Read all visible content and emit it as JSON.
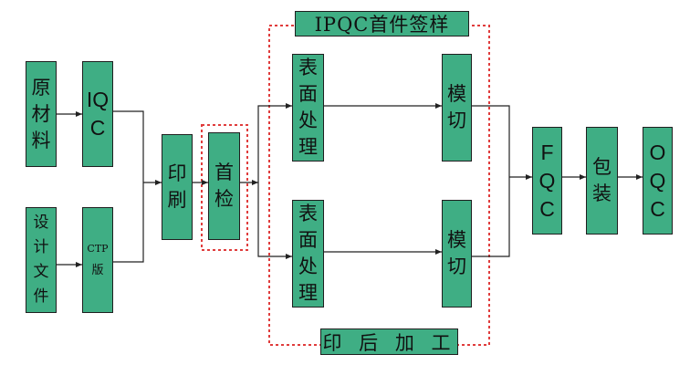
{
  "diagram": {
    "top_label": "IPQC首件签样",
    "bottom_label": "印 后 加 工",
    "nodes": {
      "raw_material": "原材料",
      "iqc": "IQC",
      "design_file": "设计文件",
      "ctp_line1": "CTP",
      "ctp_line2": "版",
      "print": "印刷",
      "first_check": "首检",
      "surface_top": "表面处理",
      "die_cut_top": "模切",
      "surface_bottom": "表面处理",
      "die_cut_bottom": "模切",
      "fqc": "FQC",
      "package": "包装",
      "oqc": "OQC"
    },
    "colors": {
      "box_fill": "#3fae84",
      "box_border": "#1f1f1f",
      "dashed_frame": "#e03c3c",
      "arrow": "#222222"
    }
  }
}
